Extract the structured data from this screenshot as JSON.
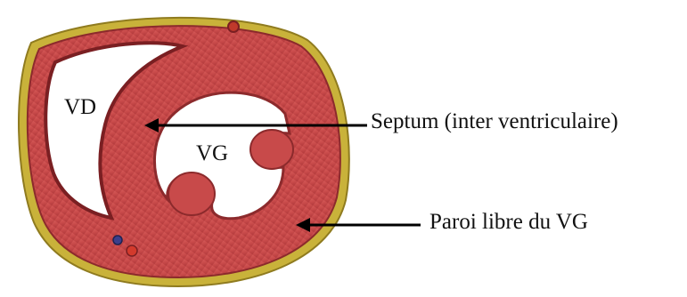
{
  "diagram": {
    "labels": {
      "right_ventricle": "VD",
      "left_ventricle": "VG",
      "septum": "Septum (inter ventriculaire)",
      "free_wall": "Paroi libre du VG"
    },
    "colors": {
      "epicardial_fat": "#c9b23a",
      "fat_highlight": "#e6d36a",
      "myocardium": "#c84a4a",
      "myocardium_dark": "#9e2c2f",
      "myocardium_light": "#e07a74",
      "cavity": "#ffffff",
      "arrow": "#000000"
    }
  }
}
